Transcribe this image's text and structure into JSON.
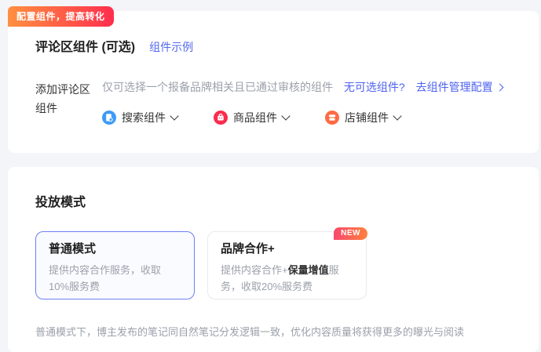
{
  "promo_badge": {
    "label": "配置组件，提高转化"
  },
  "comment_card": {
    "title": "评论区组件 (可选)",
    "example_link": "组件示例",
    "field_label": "添加评论区组件",
    "hint": "仅可选择一个报备品牌相关且已通过审核的组件",
    "no_component_link": "无可选组件?",
    "manage_link": "去组件管理配置",
    "dropdowns": [
      {
        "label": "搜索组件",
        "icon": "search-component-icon"
      },
      {
        "label": "商品组件",
        "icon": "goods-component-icon"
      },
      {
        "label": "店铺组件",
        "icon": "shop-component-icon"
      }
    ]
  },
  "mode_card": {
    "title": "投放模式",
    "options": [
      {
        "name": "普通模式",
        "desc": "提供内容合作服务，收取10%服务费",
        "selected": true
      },
      {
        "name": "品牌合作+",
        "badge": "NEW",
        "desc_prefix": "提供内容合作+",
        "desc_bold": "保量增值",
        "desc_suffix": "服务，收取20%服务费",
        "selected": false
      }
    ],
    "note": "普通模式下，博主发布的笔记同自然笔记分发逻辑一致，优化内容质量将获得更多的曝光与阅读"
  },
  "colors": {
    "page_bg": "#f4f5f9",
    "accent_link": "#4f63f2",
    "selected_border": "#6a80f2",
    "selected_bg": "#fafbff",
    "promo_badge_gradient": [
      "#ff9040",
      "#ff2e4d"
    ],
    "new_badge_gradient": [
      "#f9476d",
      "#ff823c"
    ],
    "search_icon_bg": "#3e9bf7",
    "goods_icon_bg": "#fb2c4f",
    "shop_icon_bg": "#ff6a45"
  }
}
